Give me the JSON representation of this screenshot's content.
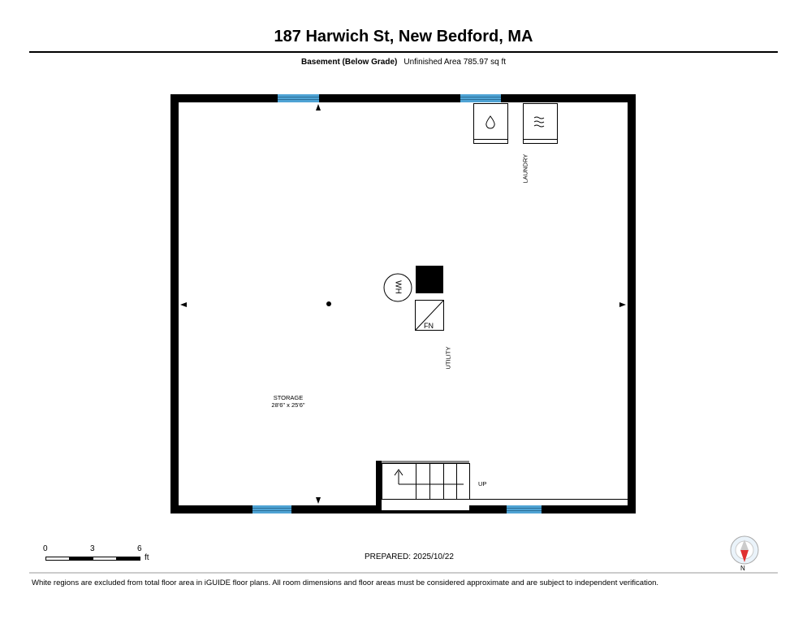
{
  "header": {
    "title": "187 Harwich St, New Bedford, MA",
    "level": "Basement (Below Grade)",
    "area": "Unfinished Area 785.97 sq ft"
  },
  "rooms": {
    "storage": {
      "name": "STORAGE",
      "dims": "28'6\" x 25'6\""
    },
    "utility": "UTILITY",
    "laundry": "LAUNDRY",
    "water_heater": "WH",
    "furnace": "FN",
    "stairs": "UP"
  },
  "scale": {
    "ticks": [
      "0",
      "3",
      "6"
    ],
    "unit": "ft"
  },
  "compass": {
    "label": "N"
  },
  "footer": {
    "prepared": "PREPARED: 2025/10/22",
    "disclaimer": "White regions are excluded from total floor area in iGUIDE floor plans. All room dimensions and floor areas must be considered approximate and are subject to independent verification."
  },
  "colors": {
    "wall": "#000000",
    "window": "#4fa3d4",
    "compass_needle": "#e03030"
  }
}
